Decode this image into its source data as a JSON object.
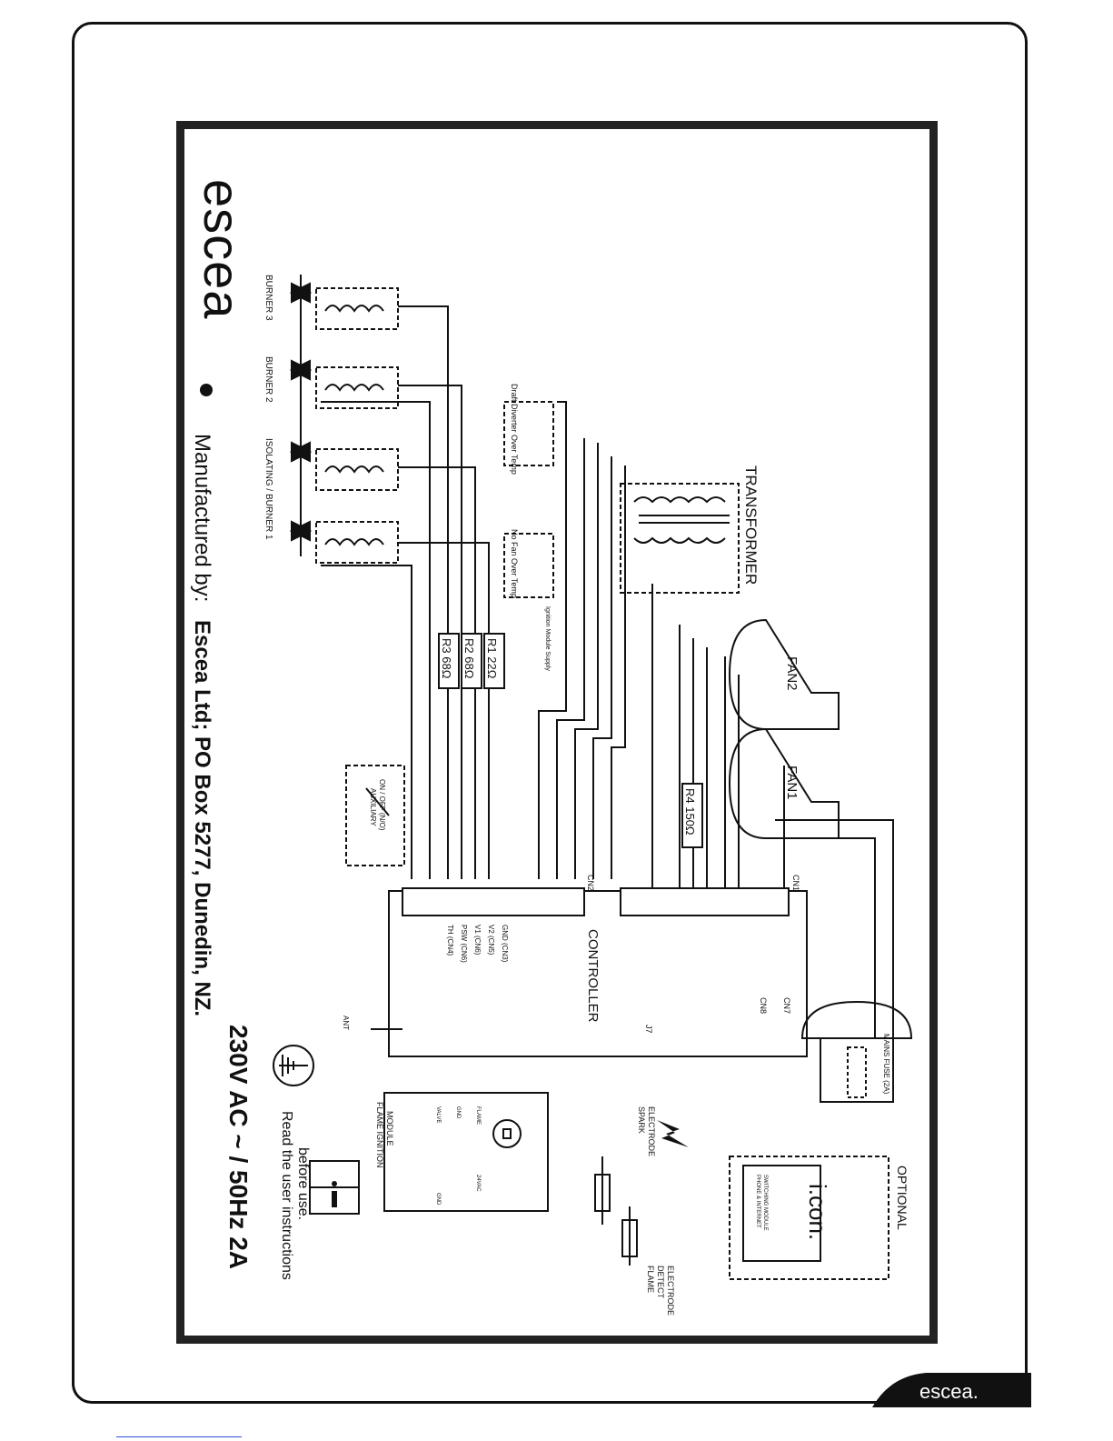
{
  "brand": "escea",
  "manufacturer_line": "Manufactured by: Escea Ltd; PO Box 5277, Dunedin, NZ.",
  "manufactured_by": "Manufactured by:",
  "manufacturer_address": "Escea Ltd;  PO Box 5277,  Dunedin,  NZ.",
  "rating": "230V AC ~ / 50Hz 2A",
  "read_instructions_1": "Read the user instructions",
  "read_instructions_2": "before use.",
  "burners": [
    "BURNER 3",
    "BURNER 2",
    "ISOLATING / BURNER 1"
  ],
  "thermostats": [
    "Draft Diverter Over Temp",
    "No Fan Over Temp"
  ],
  "ignition_supply": "Ignition Module Supply",
  "resistors": [
    "R1 22Ω",
    "R2 68Ω",
    "R3 68Ω",
    "R4 150Ω"
  ],
  "transformer": "TRANSFORMER",
  "fans": [
    "FAN2",
    "FAN1"
  ],
  "controller": "CONTROLLER",
  "connectors": [
    "CN2",
    "CN1",
    "CN7",
    "CN8",
    "J7"
  ],
  "controller_pins": [
    "GND (CN3)",
    "V2 (CN5)",
    "V1 (CN6)",
    "PSW (CN6)",
    "TH (CN4)"
  ],
  "auxiliary": [
    "AUXILIARY",
    "ON / OFF (N/O)"
  ],
  "ant": "ANT",
  "mains_fuse": "MAINS FUSE (2A)",
  "optional": "OPTIONAL",
  "icon_brand": "i.con.",
  "icon_module": [
    "PHONE & INTERNET",
    "SWITCHING MODULE"
  ],
  "spark_electrode": [
    "SPARK",
    "ELECTRODE"
  ],
  "flame_detect_electrode": [
    "FLAME",
    "DETECT",
    "ELECTRODE"
  ],
  "flame_ignition_module": [
    "FLAME IGNITION",
    "MODULE"
  ],
  "module_pins": [
    "VALVE",
    "GND",
    "FLAME",
    "24VAC",
    "GND"
  ],
  "footer_brand": "escea."
}
